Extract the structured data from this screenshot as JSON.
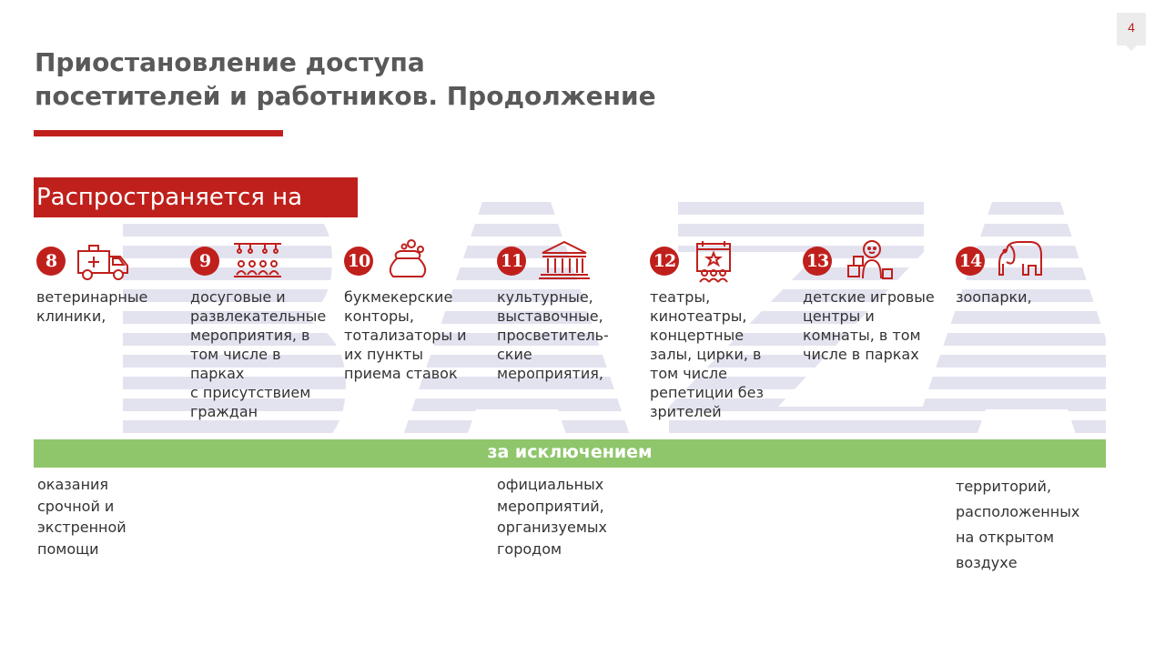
{
  "page_number": "4",
  "title": "Приостановление доступа\nпосетителей и работников. Продолжение",
  "section_label": "Распространяется на",
  "items": [
    {
      "number": "8",
      "icon": "ambulance-icon",
      "text": "ветеринарные\nклиники,"
    },
    {
      "number": "9",
      "icon": "audience-icon",
      "text": "досуговые и\nразвлекательные\nмероприятия, в\nтом числе в\nпарках\nс присутствием\nграждан"
    },
    {
      "number": "10",
      "icon": "money-bag-icon",
      "text": "букмекерские\nконторы,\nтотализаторы и\nих пункты\nприема ставок"
    },
    {
      "number": "11",
      "icon": "museum-icon",
      "text": "культурные,\nвыставочные,\nпросветитель-\nские\nмероприятия,"
    },
    {
      "number": "12",
      "icon": "event-calendar-icon",
      "text": "театры,\nкинотеатры,\nконцертные\nзалы, цирки, в\nтом числе\nрепетиции без\nзрителей"
    },
    {
      "number": "13",
      "icon": "child-toys-icon",
      "text": "детские игровые\nцентры и\nкомнаты, в том\nчисле в парках"
    },
    {
      "number": "14",
      "icon": "elephant-icon",
      "text": "зоопарки,"
    }
  ],
  "exception_label": "за исключением",
  "exceptions": [
    {
      "text": "оказания\nсрочной и\nэкстренной\nпомощи"
    },
    {
      "text": "официальных\nмероприятий,\nорганизуемых\nгородом"
    },
    {
      "text": "территорий,\nрасположенных\nна открытом\nвоздухе"
    }
  ],
  "colors": {
    "accent": "#c0201c",
    "exception": "#8fc66c",
    "title": "#595959",
    "watermark": "#e3e3f0"
  },
  "watermark_text": "BAZA"
}
